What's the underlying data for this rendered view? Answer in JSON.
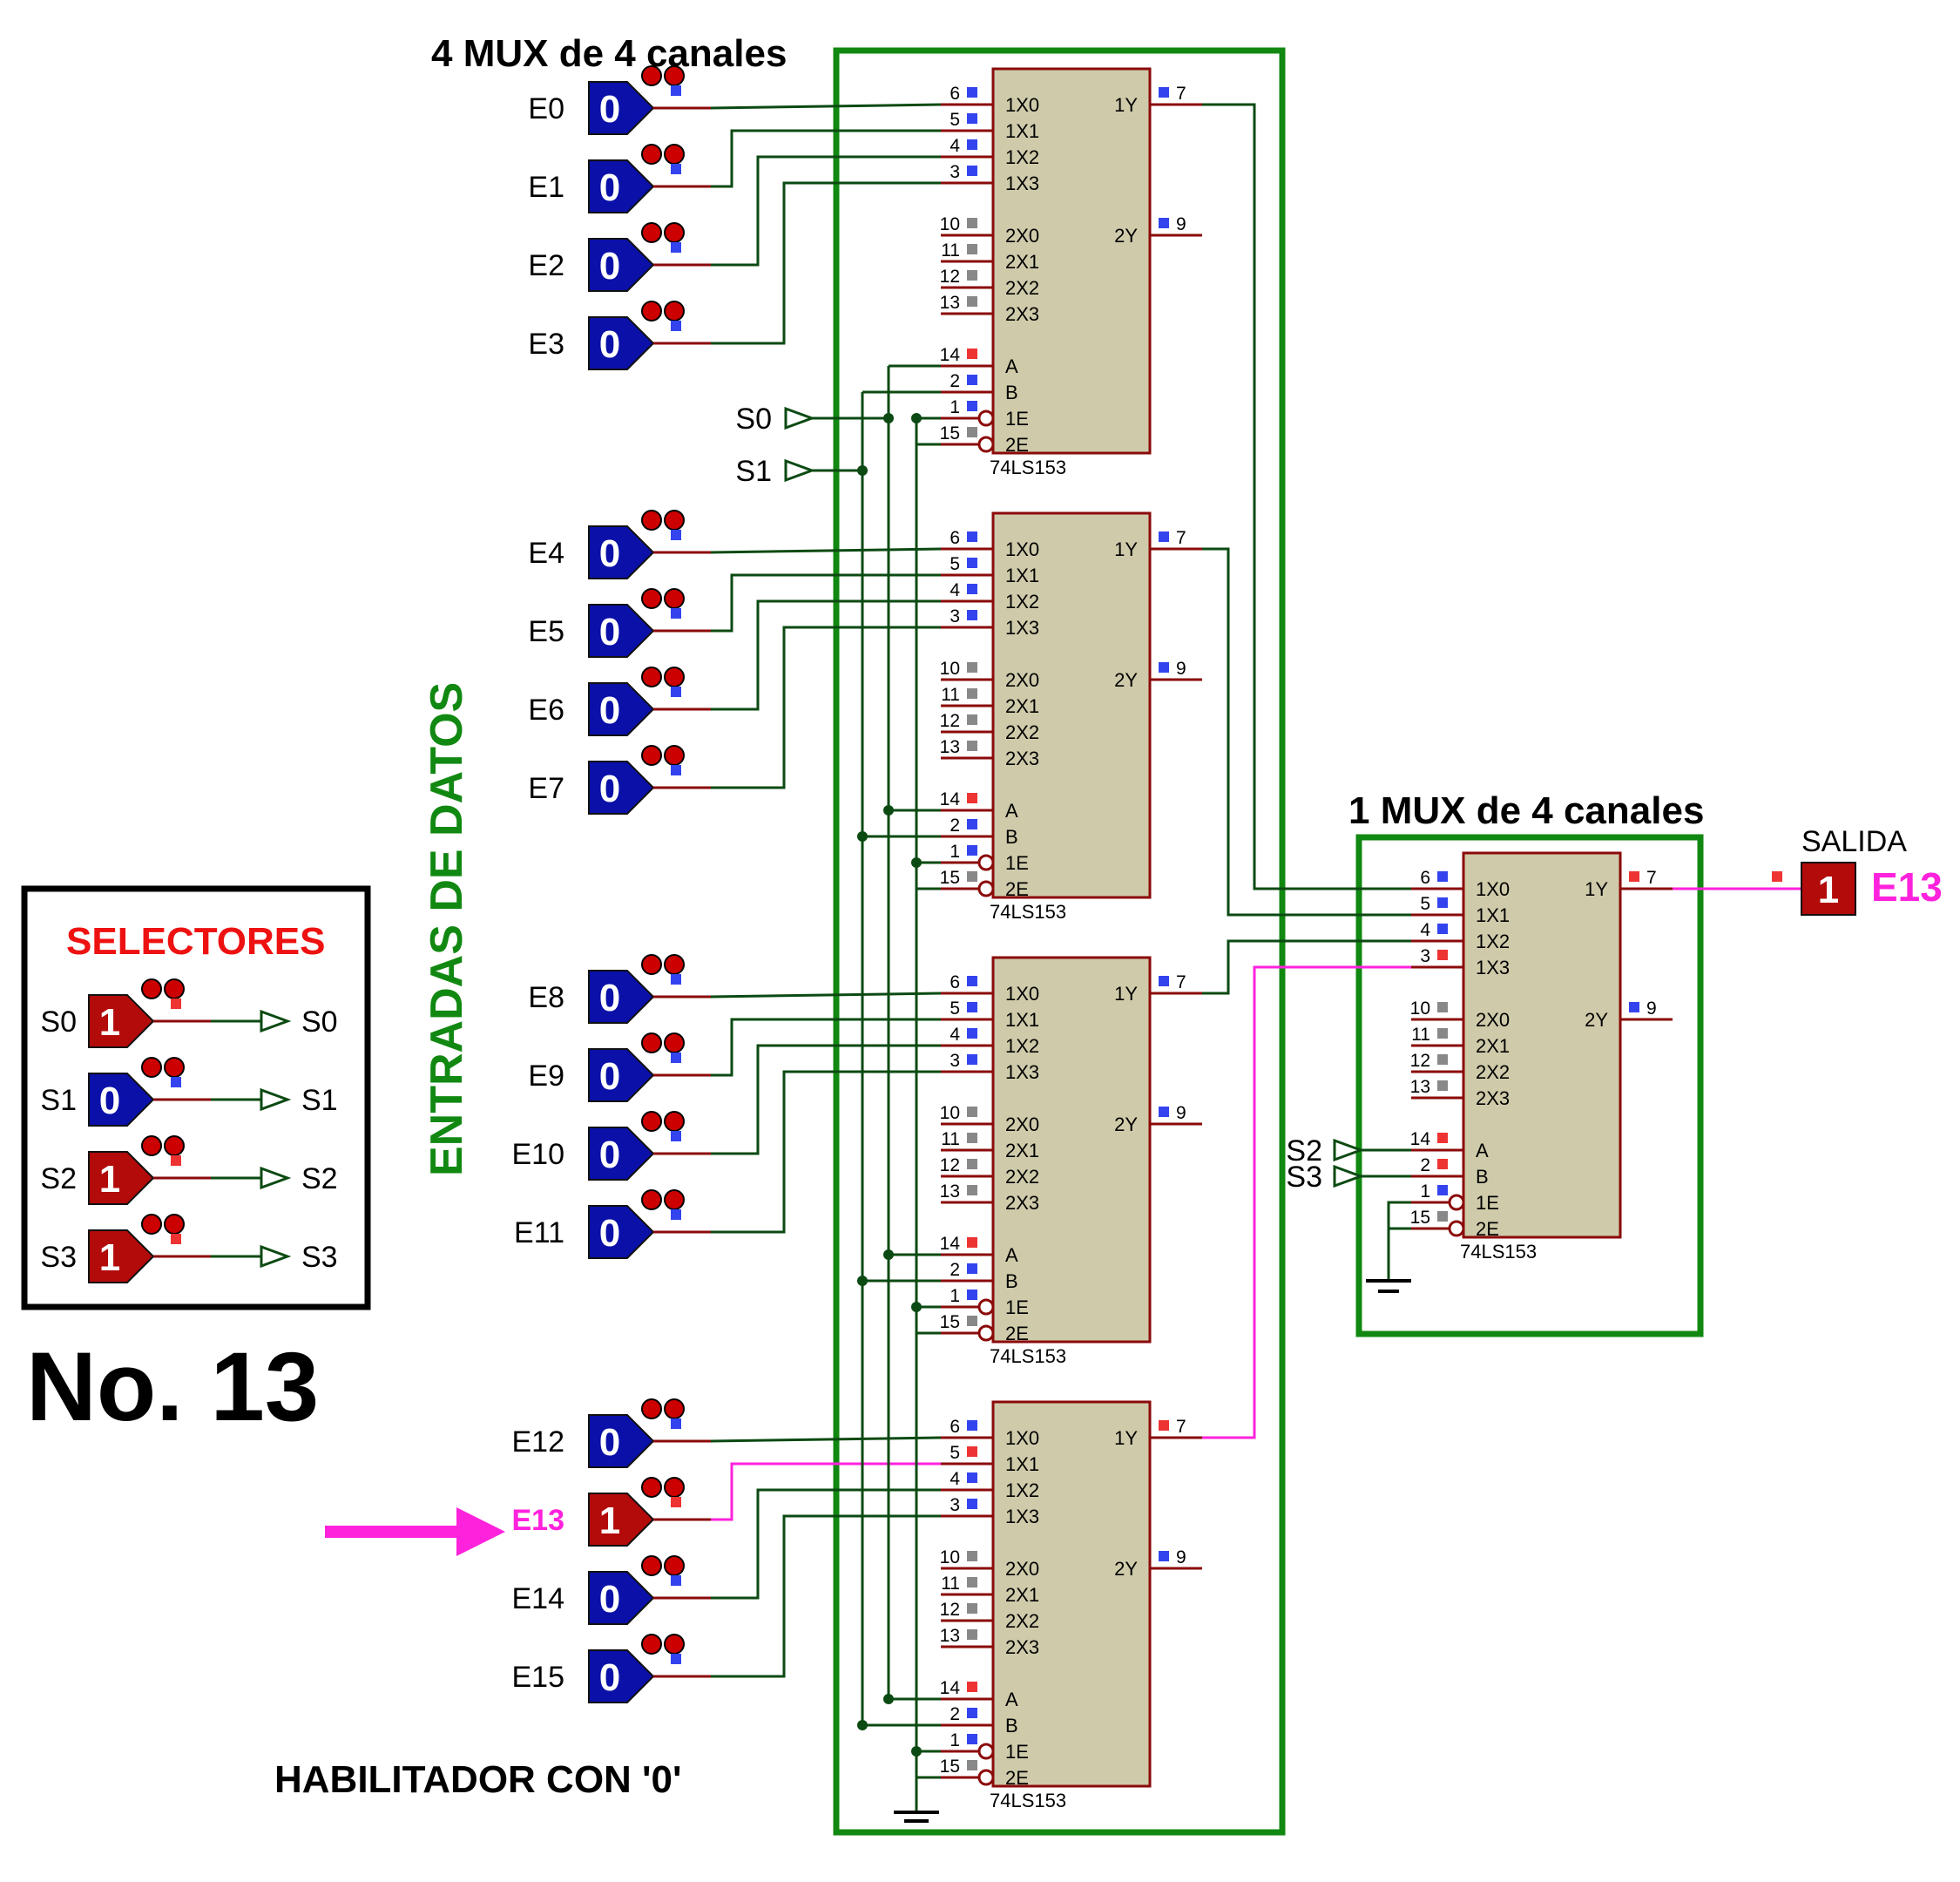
{
  "titles": {
    "mux4": "4 MUX de 4 canales",
    "mux1": "1 MUX de 4 canales",
    "entradas": "ENTRADAS DE DATOS",
    "selectores": "SELECTORES",
    "number": "No. 13",
    "habilitador": "HABILITADOR CON '0'",
    "salida": "SALIDA",
    "output_name": "E13"
  },
  "chip": {
    "part": "74LS153",
    "left_pins": [
      {
        "num": "6",
        "name": "1X0"
      },
      {
        "num": "5",
        "name": "1X1"
      },
      {
        "num": "4",
        "name": "1X2"
      },
      {
        "num": "3",
        "name": "1X3"
      },
      {
        "num": "10",
        "name": "2X0"
      },
      {
        "num": "11",
        "name": "2X1"
      },
      {
        "num": "12",
        "name": "2X2"
      },
      {
        "num": "13",
        "name": "2X3"
      },
      {
        "num": "14",
        "name": "A"
      },
      {
        "num": "2",
        "name": "B"
      },
      {
        "num": "1",
        "name": "1E"
      },
      {
        "num": "15",
        "name": "2E"
      }
    ],
    "right_pins": [
      {
        "num": "7",
        "name": "1Y"
      },
      {
        "num": "9",
        "name": "2Y"
      }
    ]
  },
  "inputs": [
    {
      "name": "E0",
      "value": "0"
    },
    {
      "name": "E1",
      "value": "0"
    },
    {
      "name": "E2",
      "value": "0"
    },
    {
      "name": "E3",
      "value": "0"
    },
    {
      "name": "E4",
      "value": "0"
    },
    {
      "name": "E5",
      "value": "0"
    },
    {
      "name": "E6",
      "value": "0"
    },
    {
      "name": "E7",
      "value": "0"
    },
    {
      "name": "E8",
      "value": "0"
    },
    {
      "name": "E9",
      "value": "0"
    },
    {
      "name": "E10",
      "value": "0"
    },
    {
      "name": "E11",
      "value": "0"
    },
    {
      "name": "E12",
      "value": "0"
    },
    {
      "name": "E13",
      "value": "1"
    },
    {
      "name": "E14",
      "value": "0"
    },
    {
      "name": "E15",
      "value": "0"
    }
  ],
  "selectors": [
    {
      "name": "S0",
      "value": "1"
    },
    {
      "name": "S1",
      "value": "0"
    },
    {
      "name": "S2",
      "value": "1"
    },
    {
      "name": "S3",
      "value": "1"
    }
  ],
  "output_value": "1",
  "colors": {
    "wire": "#0b4a12",
    "highlight": "#ff22dd",
    "green_box": "#118811",
    "chip_fill": "#cfcbaa",
    "chip_border": "#8b0a0a",
    "logic0": "#0a10a8",
    "logic1": "#b30a0a"
  }
}
